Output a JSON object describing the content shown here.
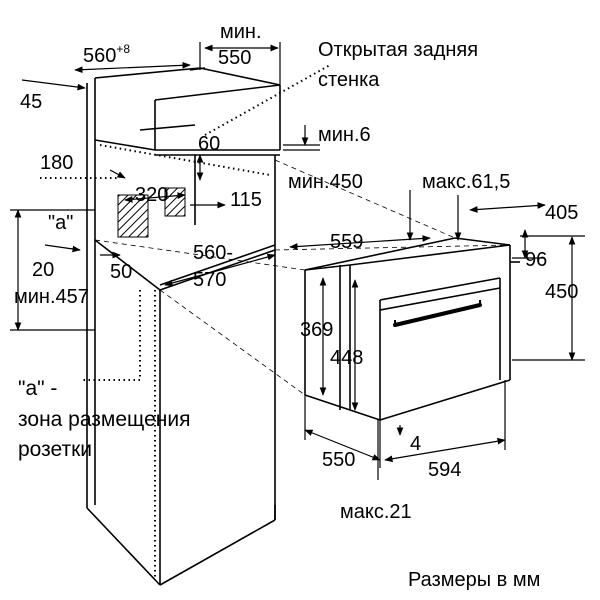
{
  "labels": {
    "width_cabinet": "560",
    "width_cabinet_tol": "+8",
    "min_label_top": "мин.",
    "width_opening": "550",
    "rear_wall": "Открытая задняя",
    "rear_wall_2": "стенка",
    "dim_45": "45",
    "dim_180": "180",
    "dim_60": "60",
    "min_6": "мин.6",
    "min_450": "мин.450",
    "max_61_5": "макс.61,5",
    "dim_405": "405",
    "dim_320": "320",
    "dim_115": "115",
    "zone_a_marker": "\"a\"",
    "dim_559": "559",
    "dim_96": "96",
    "dim_450": "450",
    "dim_560_570_top": "560-",
    "dim_560_570_bot": "570",
    "dim_20": "20",
    "dim_50": "50",
    "min_457": "мин.457",
    "dim_369": "369",
    "dim_448": "448",
    "dim_550_bottom": "550",
    "dim_4": "4",
    "dim_594": "594",
    "max_21": "макс.21",
    "zone_a_line1": "\"a\" -",
    "zone_a_line2": "зона размещения",
    "zone_a_line3": "розетки",
    "units_note": "Размеры в мм"
  }
}
